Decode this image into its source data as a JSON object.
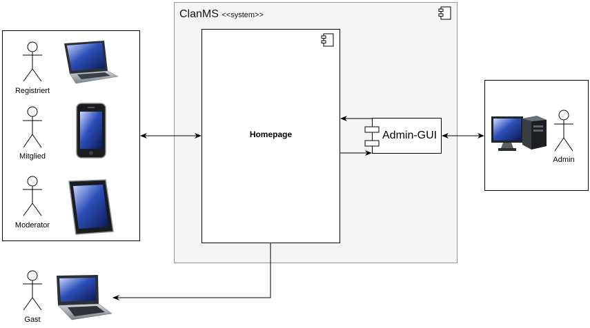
{
  "system": {
    "name": "ClanMS",
    "stereotype": "<<system>>"
  },
  "components": {
    "homepage": "Homepage",
    "admin_gui": "Admin-GUI"
  },
  "actors": {
    "registered": "Registriert",
    "member": "Mitglied",
    "moderator": "Moderator",
    "admin": "Admin",
    "guest": "Gast"
  },
  "devices": [
    "laptop-icon",
    "smartphone-icon",
    "tablet-icon",
    "desktop-computer-icon",
    "convertible-laptop-icon"
  ],
  "colors": {
    "system_fill": "#f4f4f4",
    "system_border": "#9a9a9a",
    "line": "#000000"
  }
}
